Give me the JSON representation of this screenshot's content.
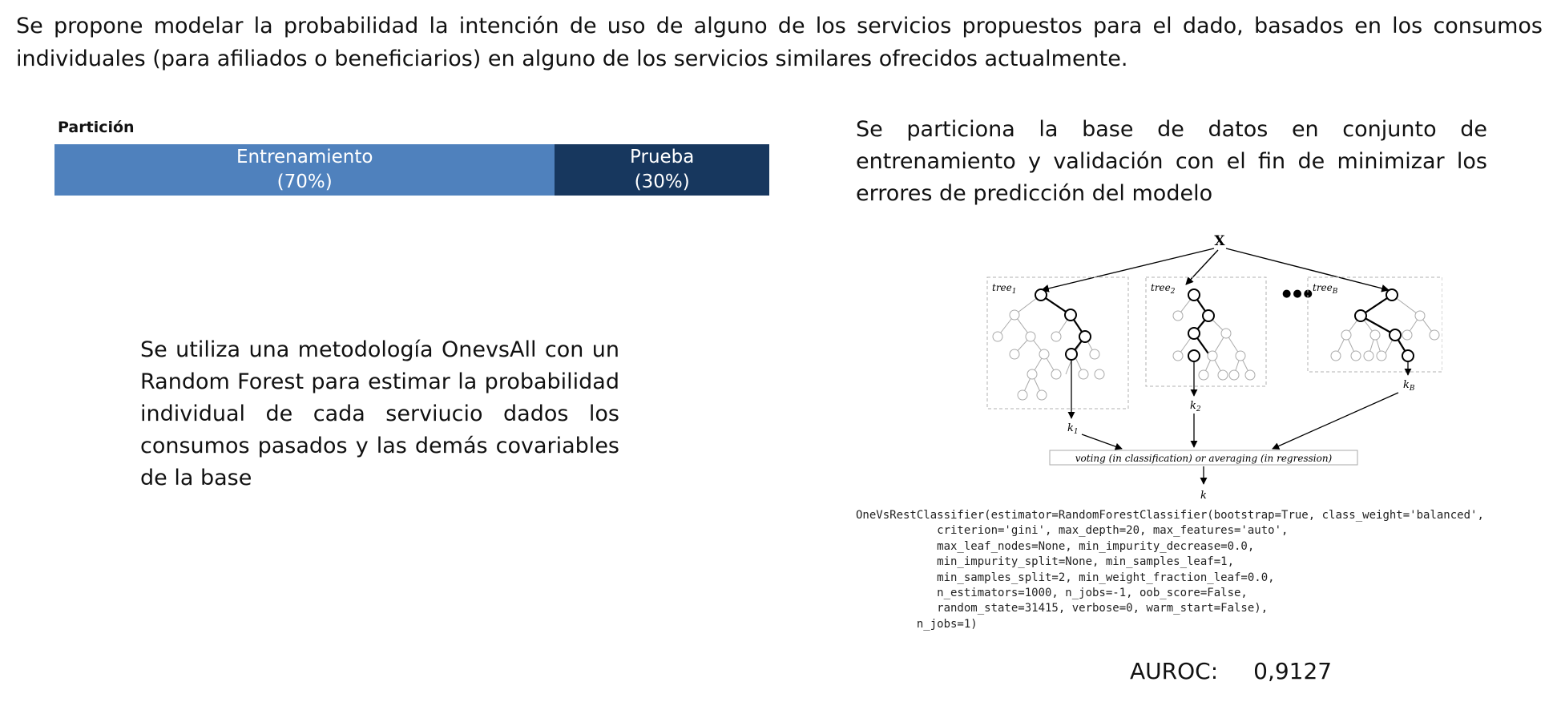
{
  "intro_text": "Se propone modelar la probabilidad la intención de uso de alguno de los servicios propuestos para el dado, basados en los consumos individuales (para afiliados o beneficiarios) en alguno de los servicios similares ofrecidos actualmente.",
  "partition": {
    "label": "Partición",
    "segments": [
      {
        "name": "Entrenamiento",
        "percent_label": "(70%)",
        "share": 0.7,
        "color": "#4f81bd"
      },
      {
        "name": "Prueba",
        "percent_label": "(30%)",
        "share": 0.3,
        "color": "#17375e"
      }
    ]
  },
  "partition_text": "Se particiona la base de datos en conjunto de entrenamiento y validación con el fin de minimizar los errores de predicción del modelo",
  "method_text": "Se utiliza una metodología OnevsAll con un Random Forest para estimar la probabilidad individual de cada serviucio dados los consumos pasados y las demás covariables de la base",
  "diagram": {
    "input_label": "X",
    "tree_labels": [
      "tree",
      "tree",
      "tree"
    ],
    "tree_subscripts": [
      "1",
      "2",
      "B"
    ],
    "ellipsis": "●●●",
    "output_labels": [
      "k",
      "k",
      "k"
    ],
    "output_subscripts": [
      "1",
      "2",
      "B"
    ],
    "vote_label": "voting (in classification) or averaging (in regression)",
    "final_label": "k"
  },
  "code_lines": [
    "OneVsRestClassifier(estimator=RandomForestClassifier(bootstrap=True, class_weight='balanced',",
    "            criterion='gini', max_depth=20, max_features='auto',",
    "            max_leaf_nodes=None, min_impurity_decrease=0.0,",
    "            min_impurity_split=None, min_samples_leaf=1,",
    "            min_samples_split=2, min_weight_fraction_leaf=0.0,",
    "            n_estimators=1000, n_jobs=-1, oob_score=False,",
    "            random_state=31415, verbose=0, warm_start=False),",
    "         n_jobs=1)"
  ],
  "auroc": {
    "label": "AUROC:",
    "value": "0,9127"
  },
  "colors": {
    "train": "#4f81bd",
    "test": "#17375e",
    "tree_box": "#b0b0b0",
    "faded_node": "#aaaaaa"
  }
}
